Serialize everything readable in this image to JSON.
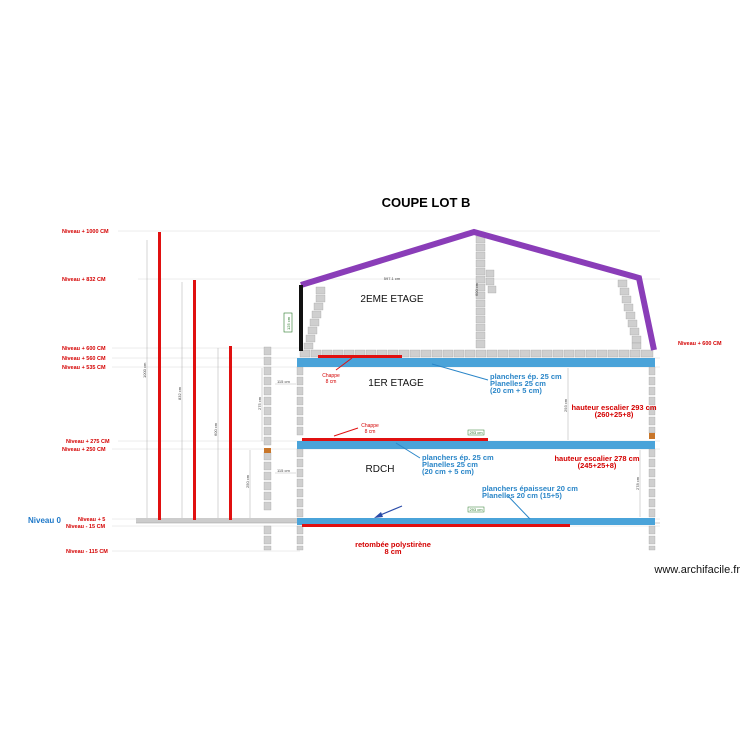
{
  "title": "COUPE LOT B",
  "levels": [
    {
      "label": "Niveau + 1000 CM"
    },
    {
      "label": "Niveau + 832 CM"
    },
    {
      "label": "Niveau + 600 CM"
    },
    {
      "label": "Niveau + 560 CM"
    },
    {
      "label": "Niveau + 535 CM"
    },
    {
      "label": "Niveau + 275 CM"
    },
    {
      "label": "Niveau + 250 CM"
    },
    {
      "label": "Niveau + 5"
    },
    {
      "label": "Niveau - 15 CM"
    },
    {
      "label": "Niveau - 115 CM"
    }
  ],
  "level_right": "Niveau + 600 CM",
  "niveau_zero": "Niveau 0",
  "rooms": {
    "top": "2EME ETAGE",
    "mid": "1ER ETAGE",
    "ground": "RDCH"
  },
  "notes": {
    "plancher1": [
      "planchers ép.  25 cm",
      "Planelles 25 cm",
      "(20 cm + 5 cm)"
    ],
    "plancher2": [
      "planchers ép.  25 cm",
      "Planelles 25 cm",
      "(20 cm + 5 cm)"
    ],
    "plancher3": [
      "planchers épaisseur 20 cm",
      "Planelles 20 cm (15+5)"
    ],
    "escalier1": [
      "hauteur escalier 293 cm",
      "(260+25+8)"
    ],
    "escalier2": [
      "hauteur escalier 278 cm",
      "(245+25+8)"
    ],
    "chappe1": [
      "Chappe",
      "8 cm"
    ],
    "chappe2": [
      "Chappe",
      "8 cm"
    ],
    "retombee": [
      "retombée polystirène",
      "8 cm"
    ]
  },
  "dimensions": {
    "roof_width": "597.1 cm",
    "attic_height": "600 cm",
    "green_box": "125 cm",
    "mid_floor_box": "293 cm",
    "ground_floor_box": "293 cm",
    "total_1000": "1000 cm",
    "total_832": "832 cm",
    "total_600": "600 cm",
    "left_275": "275 cm",
    "left_250": "250 cm",
    "stair_293": "293 cm",
    "stair_278": "278 cm",
    "small_115a": "115 cm",
    "small_115b": "115 cm"
  },
  "watermark": "www.archifacile.fr",
  "colors": {
    "roof": "#8a3db8",
    "floor_slab": "#4aa3d9",
    "red_line": "#e01010",
    "level_text": "#d40000",
    "blue_text": "#2a86c8",
    "wall": "#c8c8c8"
  }
}
